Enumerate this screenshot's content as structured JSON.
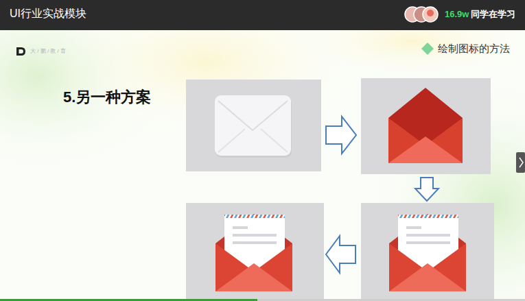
{
  "diagram": {
    "title": "5.另一种方案",
    "labels": [
      "UI行业实战模块",
      "16.9w",
      "同学在学习",
      "大 / 鹏 / 教 / 育",
      "绘制图标的方法"
    ]
  }
}
